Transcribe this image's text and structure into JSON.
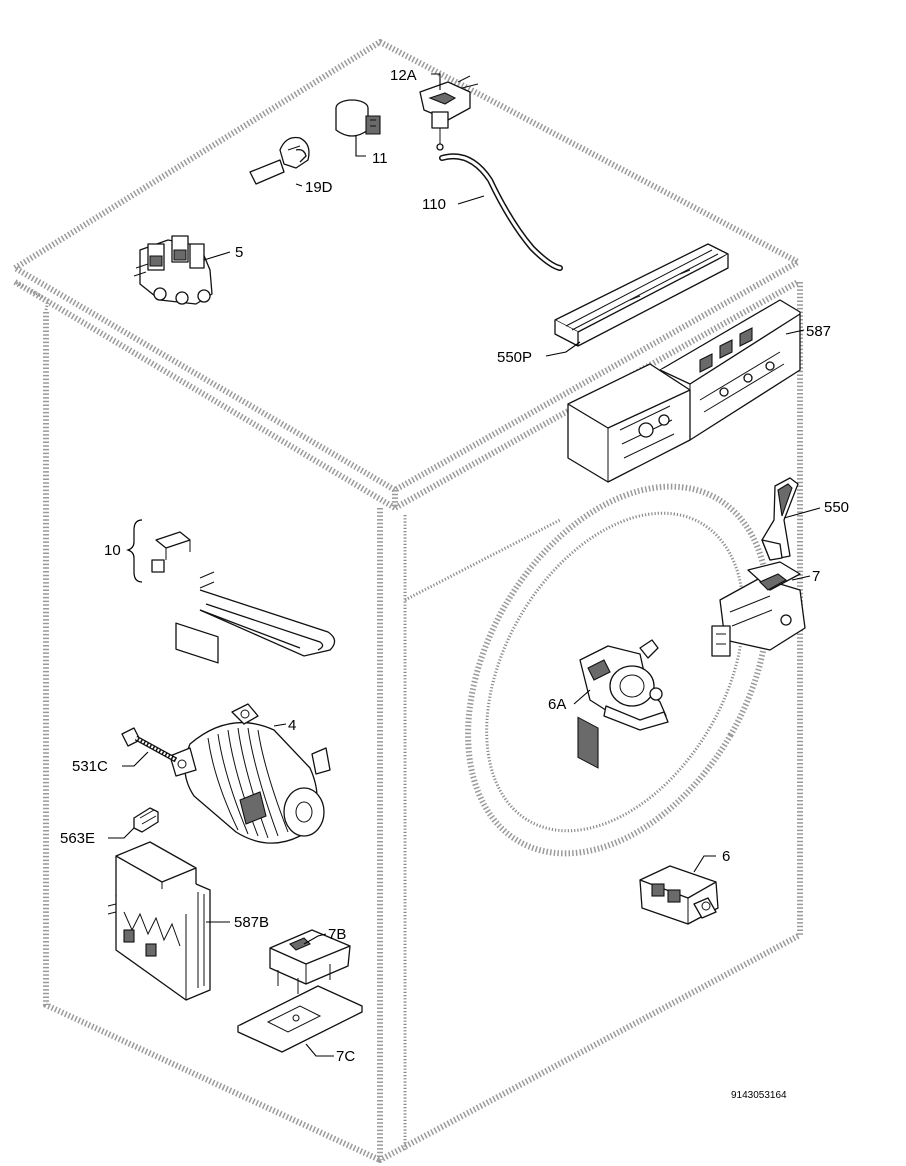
{
  "labels": {
    "p12A": "12A",
    "p11": "11",
    "p19D": "19D",
    "p110": "110",
    "p5": "5",
    "p550P": "550P",
    "p587": "587",
    "p550": "550",
    "p7": "7",
    "p10": "10",
    "p6A": "6A",
    "p4": "4",
    "p531C": "531C",
    "p563E": "563E",
    "p587B": "587B",
    "p7B": "7B",
    "p7C": "7C",
    "p6": "6"
  },
  "drawing_code": "9143053164"
}
